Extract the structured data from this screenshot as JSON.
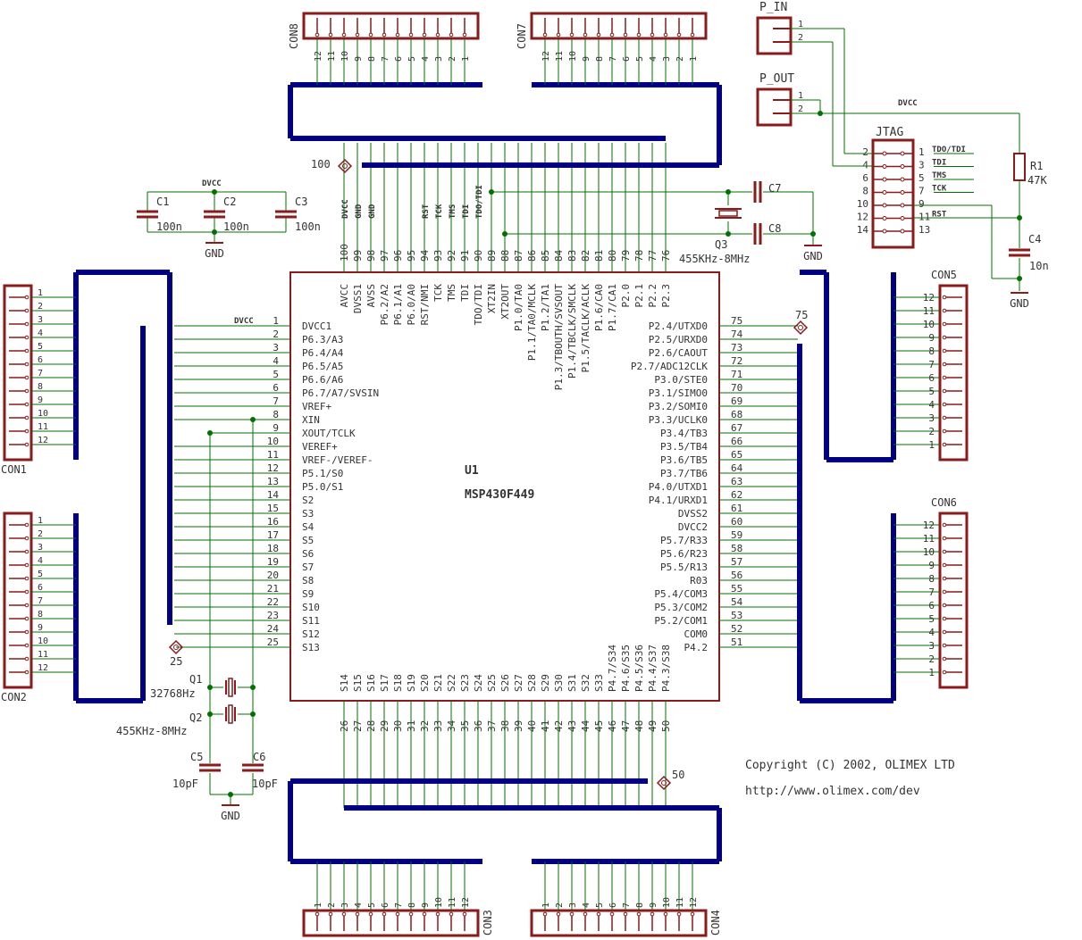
{
  "colors": {
    "wire": "#007000",
    "part": "#8b1a1a",
    "text": "#333333",
    "bus": "#000080",
    "ground_text": "#333333"
  },
  "ic": {
    "refdes": "U1",
    "value": "MSP430F449",
    "left_pins": [
      {
        "num": "1",
        "name": "DVCC1"
      },
      {
        "num": "2",
        "name": "P6.3/A3"
      },
      {
        "num": "3",
        "name": "P6.4/A4"
      },
      {
        "num": "4",
        "name": "P6.5/A5"
      },
      {
        "num": "5",
        "name": "P6.6/A6"
      },
      {
        "num": "6",
        "name": "P6.7/A7/SVSIN"
      },
      {
        "num": "7",
        "name": "VREF+"
      },
      {
        "num": "8",
        "name": "XIN"
      },
      {
        "num": "9",
        "name": "XOUT/TCLK"
      },
      {
        "num": "10",
        "name": "VEREF+"
      },
      {
        "num": "11",
        "name": "VREF-/VEREF-"
      },
      {
        "num": "12",
        "name": "P5.1/S0"
      },
      {
        "num": "13",
        "name": "P5.0/S1"
      },
      {
        "num": "14",
        "name": "S2"
      },
      {
        "num": "15",
        "name": "S3"
      },
      {
        "num": "16",
        "name": "S4"
      },
      {
        "num": "17",
        "name": "S5"
      },
      {
        "num": "18",
        "name": "S6"
      },
      {
        "num": "19",
        "name": "S7"
      },
      {
        "num": "20",
        "name": "S8"
      },
      {
        "num": "21",
        "name": "S9"
      },
      {
        "num": "22",
        "name": "S10"
      },
      {
        "num": "23",
        "name": "S11"
      },
      {
        "num": "24",
        "name": "S12"
      },
      {
        "num": "25",
        "name": "S13"
      }
    ],
    "right_pins": [
      {
        "num": "75",
        "name": "P2.4/UTXD0"
      },
      {
        "num": "74",
        "name": "P2.5/URXD0"
      },
      {
        "num": "73",
        "name": "P2.6/CAOUT"
      },
      {
        "num": "72",
        "name": "P2.7/ADC12CLK"
      },
      {
        "num": "71",
        "name": "P3.0/STE0"
      },
      {
        "num": "70",
        "name": "P3.1/SIMO0"
      },
      {
        "num": "69",
        "name": "P3.2/SOMI0"
      },
      {
        "num": "68",
        "name": "P3.3/UCLK0"
      },
      {
        "num": "67",
        "name": "P3.4/TB3"
      },
      {
        "num": "66",
        "name": "P3.5/TB4"
      },
      {
        "num": "65",
        "name": "P3.6/TB5"
      },
      {
        "num": "64",
        "name": "P3.7/TB6"
      },
      {
        "num": "63",
        "name": "P4.0/UTXD1"
      },
      {
        "num": "62",
        "name": "P4.1/URXD1"
      },
      {
        "num": "61",
        "name": "DVSS2"
      },
      {
        "num": "60",
        "name": "DVCC2"
      },
      {
        "num": "59",
        "name": "P5.7/R33"
      },
      {
        "num": "58",
        "name": "P5.6/R23"
      },
      {
        "num": "57",
        "name": "P5.5/R13"
      },
      {
        "num": "56",
        "name": "R03"
      },
      {
        "num": "55",
        "name": "P5.4/COM3"
      },
      {
        "num": "54",
        "name": "P5.3/COM2"
      },
      {
        "num": "53",
        "name": "P5.2/COM1"
      },
      {
        "num": "52",
        "name": "COM0"
      },
      {
        "num": "51",
        "name": "P4.2"
      }
    ],
    "top_pins": [
      {
        "num": "100",
        "name": "AVCC"
      },
      {
        "num": "99",
        "name": "DVSS1"
      },
      {
        "num": "98",
        "name": "AVSS"
      },
      {
        "num": "97",
        "name": "P6.2/A2"
      },
      {
        "num": "96",
        "name": "P6.1/A1"
      },
      {
        "num": "95",
        "name": "P6.0/A0"
      },
      {
        "num": "94",
        "name": "RST/NMI"
      },
      {
        "num": "93",
        "name": "TCK"
      },
      {
        "num": "92",
        "name": "TMS"
      },
      {
        "num": "91",
        "name": "TDI"
      },
      {
        "num": "90",
        "name": "TDO/TDI"
      },
      {
        "num": "89",
        "name": "XT2IN"
      },
      {
        "num": "88",
        "name": "XT2OUT"
      },
      {
        "num": "87",
        "name": "P1.0/TA0"
      },
      {
        "num": "86",
        "name": "P1.1/TA0/MCLK"
      },
      {
        "num": "85",
        "name": "P1.2/TA1"
      },
      {
        "num": "84",
        "name": "P1.3/TBOUTH/SVSOUT"
      },
      {
        "num": "83",
        "name": "P1.4/TBCLK/SMCLK"
      },
      {
        "num": "82",
        "name": "P1.5/TACLK/ACLK"
      },
      {
        "num": "81",
        "name": "P1.6/CA0"
      },
      {
        "num": "80",
        "name": "P1.7/CA1"
      },
      {
        "num": "79",
        "name": "P2.0"
      },
      {
        "num": "78",
        "name": "P2.1"
      },
      {
        "num": "77",
        "name": "P2.2"
      },
      {
        "num": "76",
        "name": "P2.3"
      }
    ],
    "bottom_pins": [
      {
        "num": "26",
        "name": "S14"
      },
      {
        "num": "27",
        "name": "S15"
      },
      {
        "num": "28",
        "name": "S16"
      },
      {
        "num": "29",
        "name": "S17"
      },
      {
        "num": "30",
        "name": "S18"
      },
      {
        "num": "31",
        "name": "S19"
      },
      {
        "num": "32",
        "name": "S20"
      },
      {
        "num": "33",
        "name": "S21"
      },
      {
        "num": "34",
        "name": "S22"
      },
      {
        "num": "35",
        "name": "S23"
      },
      {
        "num": "36",
        "name": "S24"
      },
      {
        "num": "37",
        "name": "S25"
      },
      {
        "num": "38",
        "name": "S26"
      },
      {
        "num": "39",
        "name": "S27"
      },
      {
        "num": "40",
        "name": "S28"
      },
      {
        "num": "41",
        "name": "S29"
      },
      {
        "num": "42",
        "name": "S30"
      },
      {
        "num": "43",
        "name": "S31"
      },
      {
        "num": "44",
        "name": "S32"
      },
      {
        "num": "45",
        "name": "S33"
      },
      {
        "num": "46",
        "name": "P4.7/S34"
      },
      {
        "num": "47",
        "name": "P4.6/S35"
      },
      {
        "num": "48",
        "name": "P4.5/S36"
      },
      {
        "num": "49",
        "name": "P4.4/S37"
      },
      {
        "num": "50",
        "name": "P4.3/S38"
      }
    ]
  },
  "top_net_labels": [
    {
      "pin": "100",
      "text": "DVCC"
    },
    {
      "pin": "99",
      "text": "GND"
    },
    {
      "pin": "98",
      "text": "GND"
    },
    {
      "pin": "94",
      "text": "RST"
    },
    {
      "pin": "93",
      "text": "TCK"
    },
    {
      "pin": "92",
      "text": "TMS"
    },
    {
      "pin": "91",
      "text": "TDI"
    },
    {
      "pin": "90",
      "text": "TDO/TDI"
    }
  ],
  "pin1_net_label": "DVCC",
  "connectors": [
    {
      "id": "con1",
      "name": "CON1",
      "pins": [
        "1",
        "2",
        "3",
        "4",
        "5",
        "6",
        "7",
        "8",
        "9",
        "10",
        "11",
        "12"
      ]
    },
    {
      "id": "con2",
      "name": "CON2",
      "pins": [
        "1",
        "2",
        "3",
        "4",
        "5",
        "6",
        "7",
        "8",
        "9",
        "10",
        "11",
        "12"
      ]
    },
    {
      "id": "con3",
      "name": "CON3",
      "pins": [
        "1",
        "2",
        "3",
        "4",
        "5",
        "6",
        "7",
        "8",
        "9",
        "10",
        "11",
        "12"
      ]
    },
    {
      "id": "con4",
      "name": "CON4",
      "pins": [
        "1",
        "2",
        "3",
        "4",
        "5",
        "6",
        "7",
        "8",
        "9",
        "10",
        "11",
        "12"
      ]
    },
    {
      "id": "con5",
      "name": "CON5",
      "pins": [
        "12",
        "11",
        "10",
        "9",
        "8",
        "7",
        "6",
        "5",
        "4",
        "3",
        "2",
        "1"
      ]
    },
    {
      "id": "con6",
      "name": "CON6",
      "pins": [
        "12",
        "11",
        "10",
        "9",
        "8",
        "7",
        "6",
        "5",
        "4",
        "3",
        "2",
        "1"
      ]
    },
    {
      "id": "con7",
      "name": "CON7",
      "pins": [
        "12",
        "11",
        "10",
        "9",
        "8",
        "7",
        "6",
        "5",
        "4",
        "3",
        "2",
        "1"
      ]
    },
    {
      "id": "con8",
      "name": "CON8",
      "pins": [
        "12",
        "11",
        "10",
        "9",
        "8",
        "7",
        "6",
        "5",
        "4",
        "3",
        "2",
        "1"
      ]
    }
  ],
  "markers": {
    "m100": "100",
    "m75": "75",
    "m25": "25",
    "m50": "50"
  },
  "caps_top": [
    {
      "ref": "C1",
      "value": "100n"
    },
    {
      "ref": "C2",
      "value": "100n"
    },
    {
      "ref": "C3",
      "value": "100n"
    }
  ],
  "caps_net": {
    "dvcc": "DVCC",
    "gnd": "GND"
  },
  "c7": "C7",
  "c8": "C8",
  "q3": {
    "ref": "Q3",
    "value": "455KHz-8MHz"
  },
  "gnd_q3": "GND",
  "q1": {
    "ref": "Q1",
    "value": "32768Hz"
  },
  "q2": {
    "ref": "Q2",
    "value": "455KHz-8MHz"
  },
  "c5": {
    "ref": "C5",
    "value": "10pF"
  },
  "c6": {
    "ref": "C6",
    "value": "10pF"
  },
  "gnd_xtal": "GND",
  "p_in": {
    "name": "P_IN",
    "pins": [
      "1",
      "2"
    ]
  },
  "p_out": {
    "name": "P_OUT",
    "pins": [
      "1",
      "2"
    ]
  },
  "jtag": {
    "name": "JTAG",
    "left_pins": [
      "2",
      "4",
      "6",
      "8",
      "10",
      "12",
      "14"
    ],
    "right_pins": [
      "1",
      "3",
      "5",
      "7",
      "9",
      "11",
      "13"
    ],
    "signals": [
      {
        "pin": "1",
        "text": "TDO/TDI"
      },
      {
        "pin": "3",
        "text": "TDI"
      },
      {
        "pin": "5",
        "text": "TMS"
      },
      {
        "pin": "7",
        "text": "TCK"
      },
      {
        "pin": "11",
        "text": "RST"
      }
    ]
  },
  "r1": {
    "ref": "R1",
    "value": "47K"
  },
  "c4": {
    "ref": "C4",
    "value": "10n"
  },
  "dvcc_jtag": "DVCC",
  "gnd_jtag": "GND",
  "copyright": "Copyright (C) 2002, OLIMEX LTD",
  "url": "http://www.olimex.com/dev"
}
